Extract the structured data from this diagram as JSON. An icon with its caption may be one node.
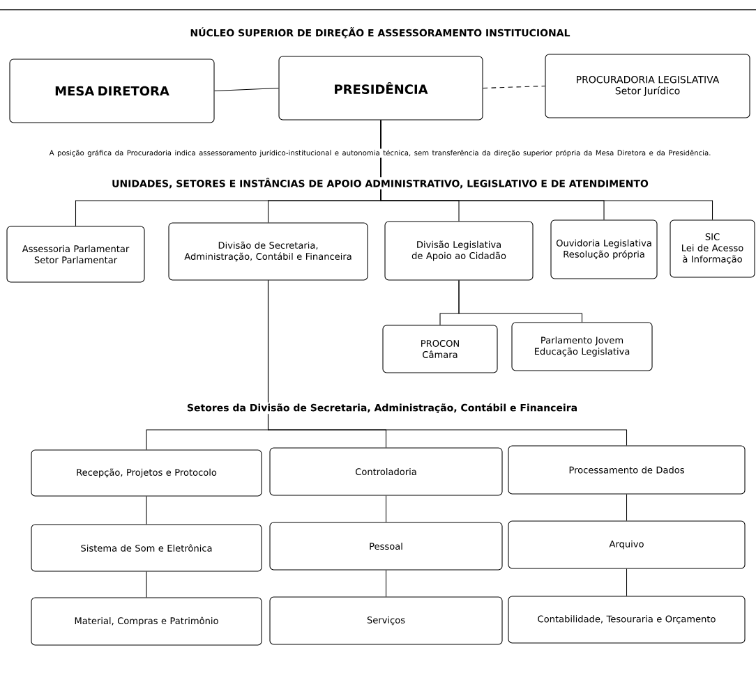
{
  "diagram": {
    "title": "NÚCLEO SUPERIOR DE DIREÇÃO E ASSESSORAMENTO INSTITUCIONAL",
    "nodes": [
      {
        "text": [
          "MESA DIRETORA"
        ]
      },
      {
        "text": [
          "PRESIDÊNCIA"
        ]
      },
      {
        "text": [
          "PROCURADORIA LEGISLATIVA",
          "Setor Jurídico"
        ]
      },
      {
        "text": [
          "Assessoria Parlamentar",
          "Setor Parlamentar"
        ]
      },
      {
        "text": [
          "Divisão de Secretaria, Administração, Contábil e Financeira"
        ]
      },
      {
        "text": [
          "Divisão Legislativa de Apoio ao Cidadão"
        ]
      },
      {
        "text": [
          "Ouvidoria Legislativa",
          "Resolução própria"
        ]
      },
      {
        "text": [
          "SIC",
          "Lei de Acesso à Informação"
        ]
      },
      {
        "text": [
          "PROCON",
          "Câmara"
        ]
      },
      {
        "text": [
          "Parlamento Jovem",
          "Educação Legislativa"
        ]
      },
      {
        "text": [
          "Recepção, Projetos e Protocolo"
        ]
      },
      {
        "text": [
          "Controladoria"
        ]
      },
      {
        "text": [
          "Processamento de Dados"
        ]
      },
      {
        "text": [
          "Sistema de Som e Eletrônica"
        ]
      },
      {
        "text": [
          "Pessoal"
        ]
      },
      {
        "text": [
          "Arquivo"
        ]
      },
      {
        "text": [
          "Material, Compras e Patrimônio"
        ]
      },
      {
        "text": [
          "Serviços"
        ]
      },
      {
        "text": [
          "Contabilidade, Tesouraria e Orçamento"
        ]
      }
    ],
    "edges": [
      {
        "from": 0,
        "to": 1,
        "arrow": "none"
      },
      {
        "from": 1,
        "to": 2,
        "arrow": "none",
        "style": "dashed"
      },
      {
        "from": 1,
        "to": 3,
        "arrow": "none"
      },
      {
        "from": 1,
        "to": 4,
        "arrow": "none"
      },
      {
        "from": 1,
        "to": 5,
        "arrow": "none"
      },
      {
        "from": 1,
        "to": 6,
        "arrow": "none"
      },
      {
        "from": 1,
        "to": 7,
        "arrow": "none"
      },
      {
        "from": 5,
        "to": 8,
        "arrow": "none"
      },
      {
        "from": 5,
        "to": 9,
        "arrow": "none"
      },
      {
        "from": 4,
        "to": 10,
        "arrow": "none"
      },
      {
        "from": 4,
        "to": 11,
        "arrow": "none"
      },
      {
        "from": 4,
        "to": 12,
        "arrow": "none"
      },
      {
        "from": 10,
        "to": 13,
        "arrow": "none"
      },
      {
        "from": 13,
        "to": 16,
        "arrow": "none"
      },
      {
        "from": 11,
        "to": 14,
        "arrow": "none"
      },
      {
        "from": 14,
        "to": 17,
        "arrow": "none"
      },
      {
        "from": 12,
        "to": 15,
        "arrow": "none"
      },
      {
        "from": 15,
        "to": 18,
        "arrow": "none"
      }
    ],
    "labels": [
      "A posição gráfica da Procuradoria indica assessoramento jurídico-institucional e autonomia técnica, sem transferência da direção superior própria da Mesa Diretora e da Presidência.",
      "UNIDADES, SETORES E INSTÂNCIAS DE APOIO ADMINISTRATIVO, LEGISLATIVO E DE ATENDIMENTO",
      "Setores da Divisão de Secretaria, Administração, Contábil e Financeira"
    ]
  }
}
